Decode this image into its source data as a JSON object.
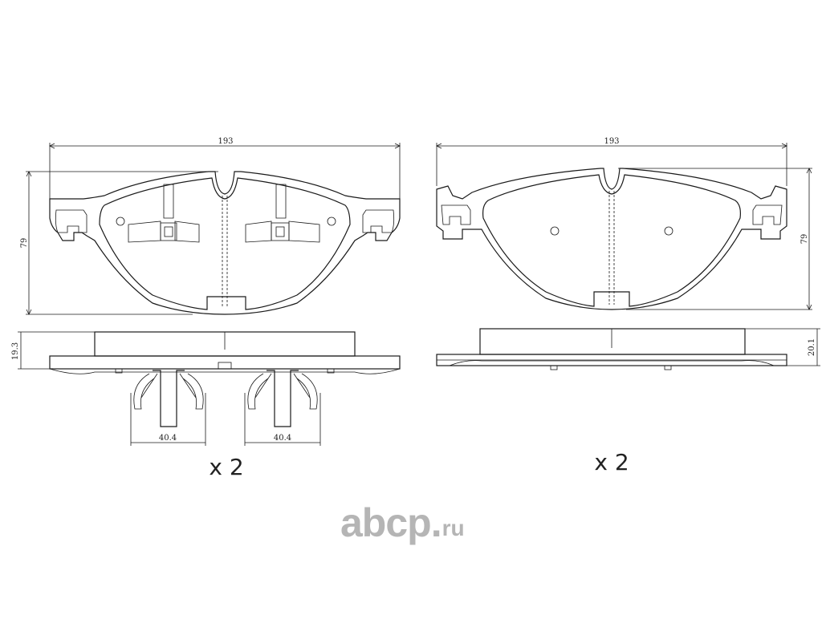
{
  "left_pad": {
    "width_dim": "193",
    "height_dim": "79",
    "thickness_dim": "19.3",
    "clip_dim_left": "40.4",
    "clip_dim_right": "40.4",
    "quantity": "x 2"
  },
  "right_pad": {
    "width_dim": "193",
    "height_dim": "79",
    "thickness_dim": "20.1",
    "quantity": "x 2"
  },
  "watermark": {
    "main": "abcp",
    "dot": ".",
    "tld": "ru",
    "color": "#b5b5b5"
  },
  "colors": {
    "line": "#1a1a1a",
    "background": "#ffffff"
  }
}
